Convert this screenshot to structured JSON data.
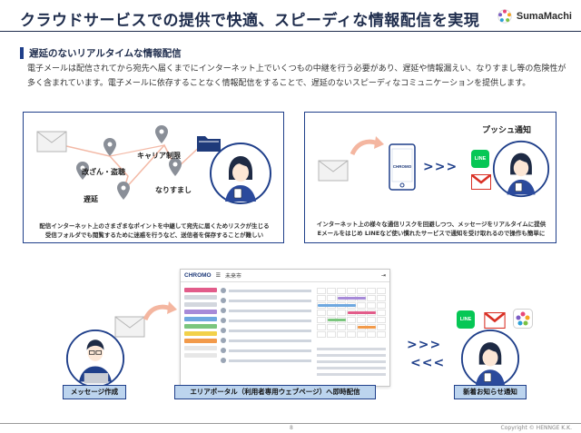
{
  "header": {
    "title": "クラウドサービスでの提供で快適、スピーディな情報配信を実現",
    "logo_text": "SumaMachi"
  },
  "section": {
    "title": "遅延のないリアルタイムな情報配信",
    "description": "電子メールは配信されてから宛先へ届くまでにインターネット上でいくつもの中継を行う必要があり、遅延や情報漏えい、なりすまし等の危険性が多く含まれています。電子メールに依存することなく情報配信をすることで、遅延のないスピーディなコミュニケーションを提供します。"
  },
  "panel_left": {
    "labels": {
      "carrier": "キャリア制限",
      "tamper": "改ざん・盗聴",
      "spoof": "なりすまし",
      "delay": "遅延"
    },
    "caption_line1": "配信インターネット上のさまざまなポイントを中継して宛先に届くためリスクが生じる",
    "caption_line2": "受信フォルダでも閲覧するために迷惑を行うなど、送信者を保存することが難しい"
  },
  "panel_right": {
    "push_title": "プッシュ通知",
    "arrows": ">>>",
    "phone_brand": "CHROMO",
    "line_label": "LINE",
    "caption_line1": "インターネット上の様々な通信リスクを回避しつつ、メッセージをリアルタイムに提供",
    "caption_line2": "Eメールをはじめ LINEなど使い慣れたサービスで通知を受け取れるので操作も簡単に"
  },
  "bottom": {
    "tag_message": "メッセージ作成",
    "tag_portal": "エリアポータル（利用者専用ウェブページ）へ即時配信",
    "tag_notice": "新着お知らせ通知",
    "arrows_right": ">>>",
    "arrows_left": "<<<",
    "portal_brand": "CHROMO",
    "portal_city": "未来市",
    "line_label": "LINE"
  },
  "footer": {
    "page": "8",
    "copyright": "Copyright © HENNGE K.K."
  },
  "colors": {
    "navy": "#1f3f8a",
    "tag_fill": "#bcd4ee",
    "line_green": "#06c755",
    "gmail_red": "#d93025",
    "pin_gray": "#8a8f98",
    "folder_navy": "#1e3a7a"
  }
}
